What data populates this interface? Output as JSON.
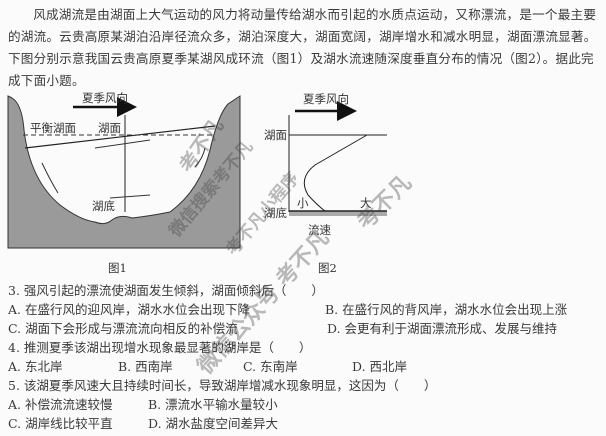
{
  "intro": "风成湖流是由湖面上大气运动的风力将动量传给湖水而引起的水质点运动，又称漂流，是一个最主要的湖流。云贵高原某湖泊沿岸径流众多，湖泊深度大，湖面宽阔，湖岸增水和减水明显，湖面漂流显著。下图分别示意我国云贵高原夏季某湖风成环流（图1）及湖水流速随深度垂直分布的情况（图2）。据此完成下面小题。",
  "fig1": {
    "wind": "夏季风向",
    "balance": "平衡湖面",
    "surface": "湖面",
    "bottom": "湖底",
    "caption": "图1"
  },
  "fig2": {
    "wind": "夏季风向",
    "surface": "湖面",
    "bottom": "湖底",
    "small": "小",
    "large": "大",
    "xlabel": "流速",
    "caption": "图2"
  },
  "questions": [
    {
      "stem": "3. 强风引起的漂流使湖面发生倾斜，湖面倾斜后（　　）",
      "options": [
        "A. 在盛行风的迎风岸，湖水水位会出现下降",
        "B. 在盛行风的背风岸，湖水水位会出现上涨",
        "C. 湖面下会形成与漂流流向相反的补偿流",
        "D. 会更有利于湖面漂流形成、发展与维持"
      ]
    },
    {
      "stem": "4. 推测夏季该湖出现增水现象最显著的湖岸是（　　）",
      "options": [
        "A. 东北岸",
        "B. 西南岸",
        "C. 东南岸",
        "D. 西北岸"
      ]
    },
    {
      "stem": "5. 该湖夏季风速大且持续时间长，导致湖岸增减水现象明显，这因为（　　）",
      "options": [
        "A. 补偿流流速较慢",
        "B. 漂流水平输水量较小",
        "C. 湖岸线比较平直",
        "D. 湖水盐度空间差异大"
      ]
    }
  ],
  "watermarks": [
    "考不凡",
    "微信搜索考不凡",
    "考不凡小程序",
    "微信公众号 考不凡",
    "考不凡"
  ]
}
